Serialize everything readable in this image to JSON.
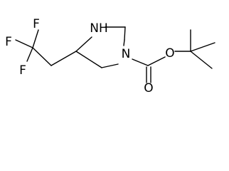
{
  "molecule": {
    "labels": {
      "f1": "F",
      "f2": "F",
      "f3": "F",
      "nh": "NH",
      "n_carbamate": "N",
      "o_carbonyl": "O",
      "o_ester": "O"
    },
    "colors": {
      "bond": "#000000",
      "text": "#000000",
      "background": "#ffffff"
    }
  }
}
